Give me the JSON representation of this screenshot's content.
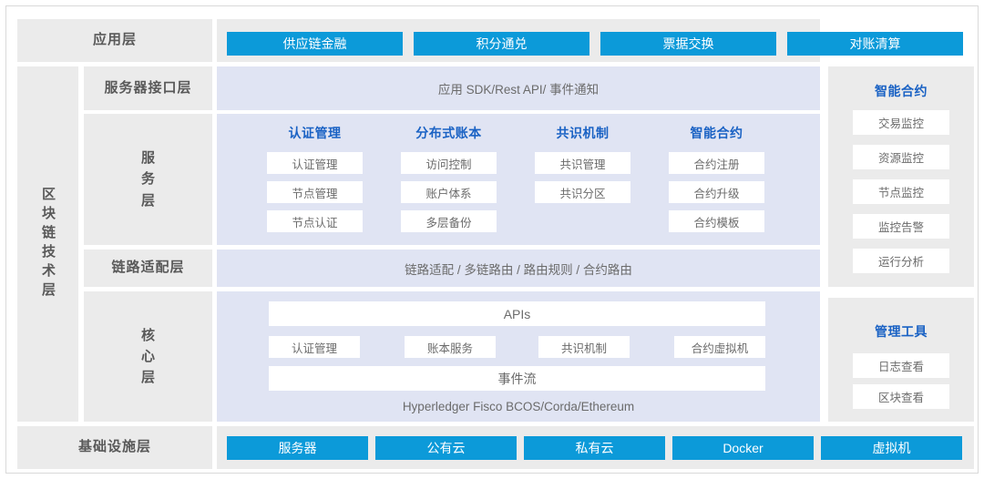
{
  "diagram": {
    "title": "blockchain-platform-architecture",
    "colors": {
      "accent_blue": "#0c9ad9",
      "heading_blue": "#1a62c4",
      "panel_gray": "#ebebeb",
      "panel_lavender": "#e0e4f3",
      "chip_white": "#ffffff",
      "text_gray": "#6b6b6b"
    }
  },
  "left_rail": {
    "label": "区块链技术层"
  },
  "rows": {
    "application": {
      "label": "应用层",
      "items": [
        {
          "label": "供应链金融"
        },
        {
          "label": "积分通兑"
        },
        {
          "label": "票据交换"
        },
        {
          "label": "对账清算"
        }
      ]
    },
    "server_interface": {
      "label": "服务器接口层",
      "content": "应用 SDK/Rest API/ 事件通知"
    },
    "service": {
      "label": "服务层",
      "label_chars": "服\n务\n层",
      "columns": [
        {
          "title": "认证管理",
          "items": [
            "认证管理",
            "节点管理",
            "节点认证"
          ]
        },
        {
          "title": "分布式账本",
          "items": [
            "访问控制",
            "账户体系",
            "多层备份"
          ]
        },
        {
          "title": "共识机制",
          "items": [
            "共识管理",
            "共识分区"
          ]
        },
        {
          "title": "智能合约",
          "items": [
            "合约注册",
            "合约升级",
            "合约模板"
          ]
        }
      ]
    },
    "link_adaptation": {
      "label": "链路适配层",
      "content": "链路适配 / 多链路由 / 路由规则 / 合约路由"
    },
    "core": {
      "label": "核心层",
      "label_chars": "核\n心\n层",
      "apis_bar": "APIs",
      "modules": [
        "认证管理",
        "账本服务",
        "共识机制",
        "合约虚拟机"
      ],
      "event_bar": "事件流",
      "footer": "Hyperledger Fisco BCOS/Corda/Ethereum"
    },
    "infrastructure": {
      "label": "基础设施层",
      "items": [
        {
          "label": "服务器"
        },
        {
          "label": "公有云"
        },
        {
          "label": "私有云"
        },
        {
          "label": "Docker"
        },
        {
          "label": "虚拟机"
        }
      ]
    }
  },
  "right_panels": [
    {
      "title": "智能合约",
      "items": [
        "交易监控",
        "资源监控",
        "节点监控",
        "监控告警",
        "运行分析"
      ]
    },
    {
      "title": "管理工具",
      "items": [
        "日志查看",
        "区块查看"
      ]
    }
  ]
}
